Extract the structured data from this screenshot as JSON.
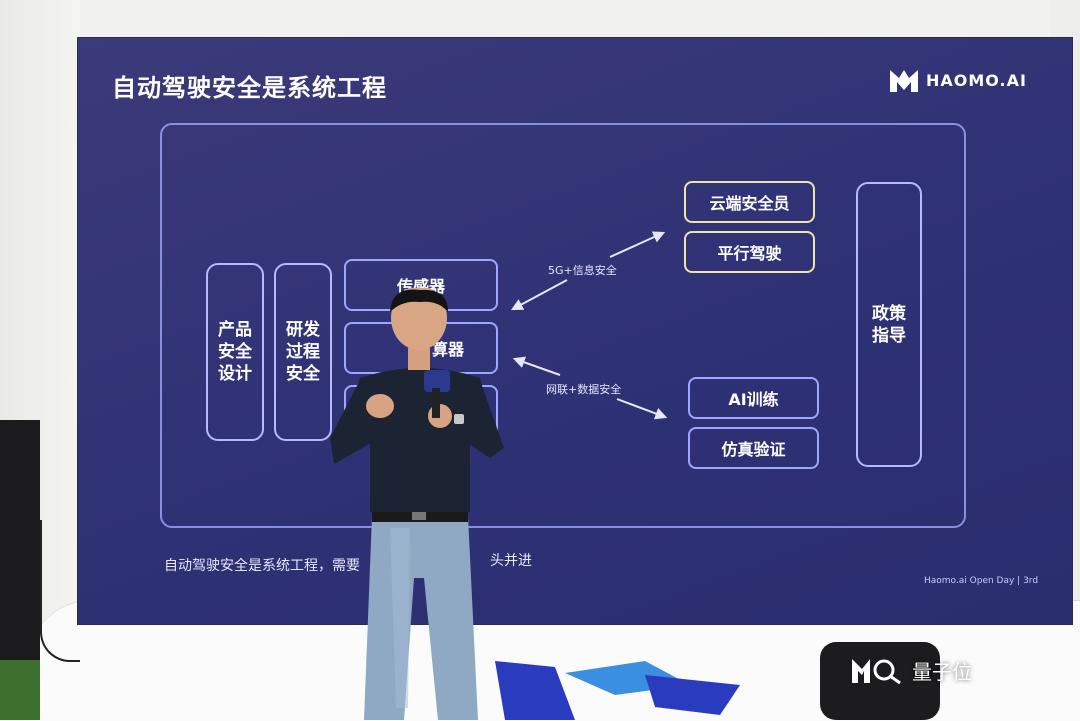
{
  "slide": {
    "title": "自动驾驶安全是系统工程",
    "logo_text": "HAOMO.AI",
    "left_boxes": [
      "产品安全设计",
      "研发过程安全"
    ],
    "center_boxes": [
      "传感器",
      "算器",
      ""
    ],
    "arrow_labels": [
      "5G+信息安全",
      "网联+数据安全"
    ],
    "top_right_boxes": [
      "云端安全员",
      "平行驾驶"
    ],
    "bottom_right_boxes": [
      "AI训练",
      "仿真验证"
    ],
    "policy_box": "政策指导",
    "caption": "自动驾驶安全是系统工程，需要",
    "caption_tail": "头并进",
    "footer": "Haomo.ai Open Day | 3rd"
  },
  "watermark": {
    "text": "量子位"
  },
  "colors": {
    "screen_bg": "#2f3175",
    "box_border": "#b6b9ff",
    "highlight_border": "#e8e6a8",
    "floor_logo_dark": "#2b3bbf",
    "floor_logo_light": "#3b8fe0"
  }
}
